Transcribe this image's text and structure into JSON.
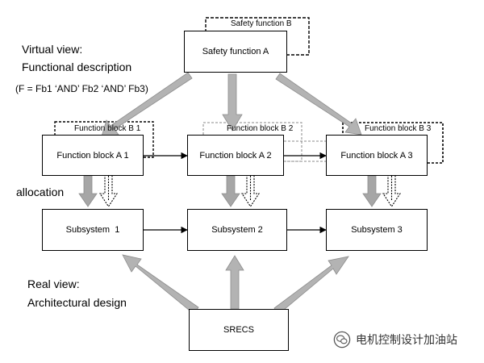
{
  "labels": {
    "virtual_view": "Virtual view:",
    "functional_description": "Functional description",
    "formula": "(F = Fb1 ‘AND’ Fb2 ‘AND’ Fb3)",
    "allocation": "allocation",
    "real_view": "Real view:",
    "architectural_design": "Architectural design"
  },
  "boxes": {
    "safety_function_a": "Safety function A",
    "safety_function_b": "Safety function B",
    "function_block_a1": "Function block A 1",
    "function_block_a2": "Function block A 2",
    "function_block_a3": "Function block A 3",
    "function_block_b1": "Function block B 1",
    "function_block_b2": "Function block B 2",
    "function_block_b3": "Function block B 3",
    "subsystem_1": "Subsystem  1",
    "subsystem_2": "Subsystem 2",
    "subsystem_3": "Subsystem 3",
    "srecs": "SRECS"
  },
  "watermark": {
    "text": "电机控制设计加油站",
    "icon": "wechat-icon"
  },
  "colors": {
    "big_arrow_fill": "#b3b3b3",
    "big_arrow_stroke": "#8c8c8c",
    "line": "#000000",
    "dashed_light": "#888888"
  }
}
